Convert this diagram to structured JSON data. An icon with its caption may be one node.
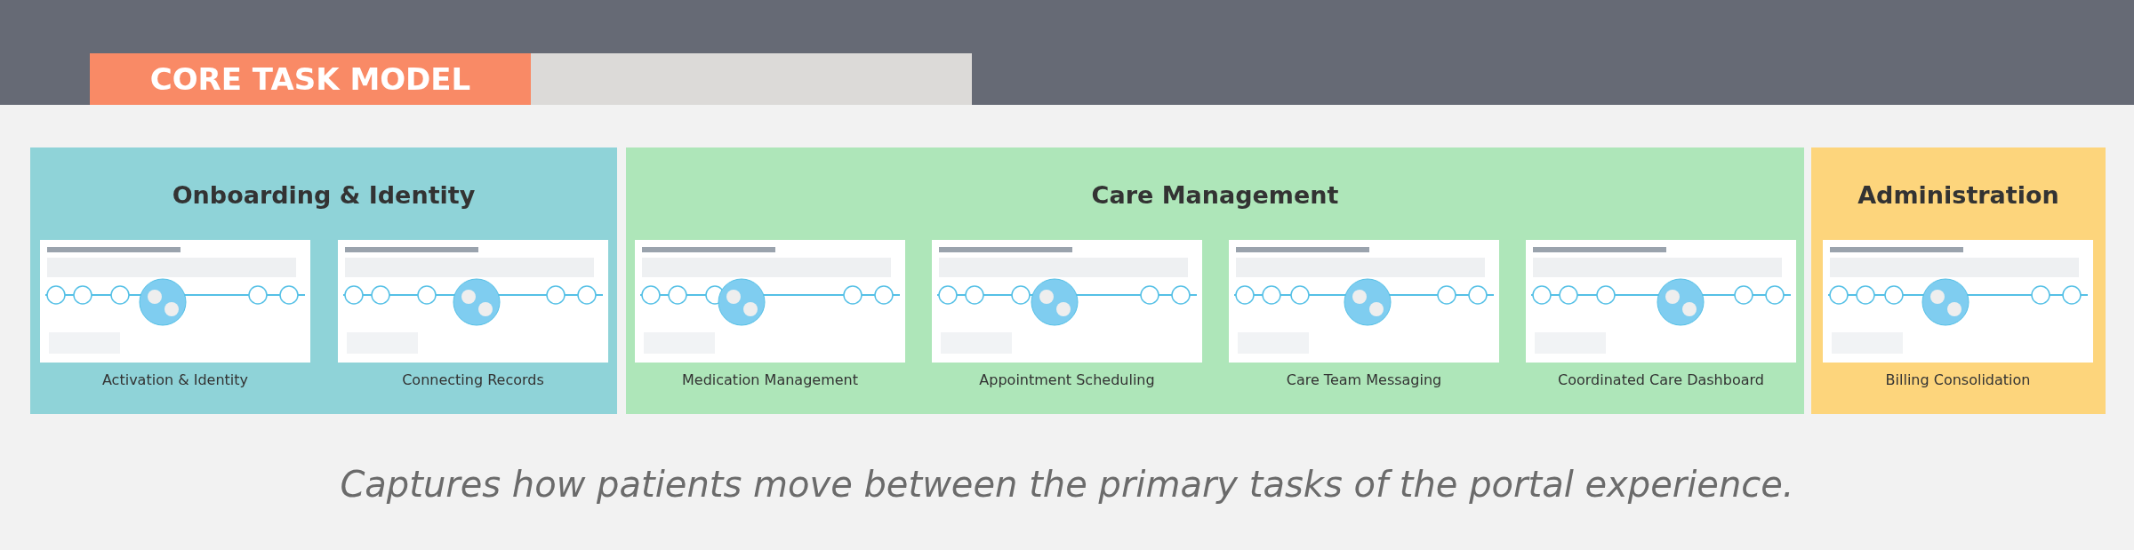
{
  "diagram": {
    "title": "CORE TASK MODEL",
    "caption": "Captures how patients move between the primary tasks of the portal experience.",
    "nodes": [
      {
        "text": [
          "Onboarding & Identity"
        ]
      },
      {
        "text": [
          "Activation & Identity"
        ],
        "in": 0
      },
      {
        "text": [
          "Connecting Records"
        ],
        "in": 0
      },
      {
        "text": [
          "Care Management"
        ]
      },
      {
        "text": [
          "Medication Management"
        ],
        "in": 3
      },
      {
        "text": [
          "Appointment Scheduling"
        ],
        "in": 3
      },
      {
        "text": [
          "Care Team Messaging"
        ],
        "in": 3
      },
      {
        "text": [
          "Coordinated Care Dashboard"
        ],
        "in": 3
      },
      {
        "text": [
          "Administration"
        ]
      },
      {
        "text": [
          "Billing Consolidation"
        ],
        "in": 8
      }
    ]
  }
}
